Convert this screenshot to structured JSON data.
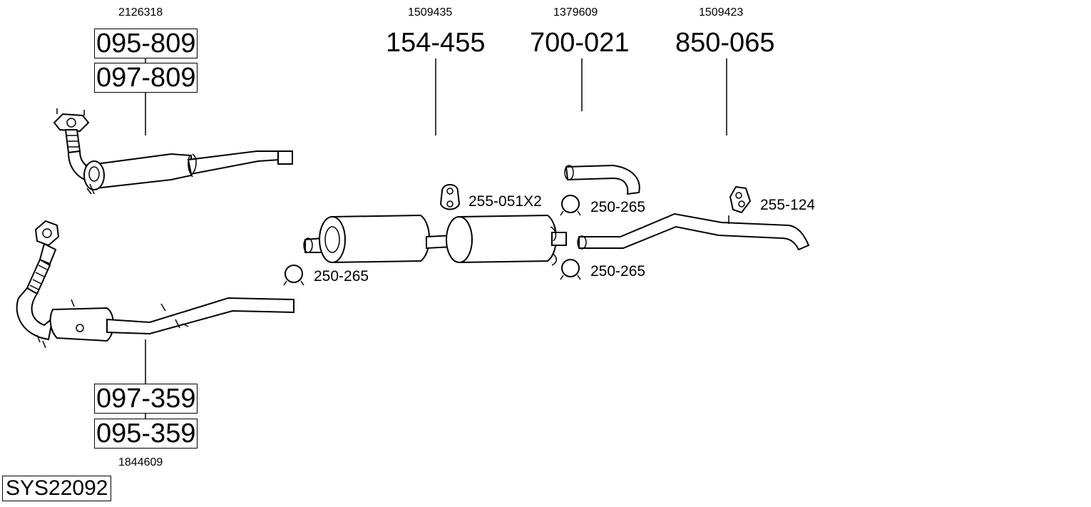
{
  "system": {
    "code": "SYS22092"
  },
  "groups": {
    "front_pipe": {
      "oe_number": "2126318",
      "part_numbers": [
        "095-809",
        "097-809"
      ]
    },
    "catalyst": {
      "oe_number": "1844609",
      "part_numbers": [
        "097-359",
        "095-359"
      ]
    },
    "middle_silencer": {
      "oe_number": "1509435",
      "part_number": "154-455"
    },
    "connector_pipe": {
      "oe_number": "1379609",
      "part_number": "700-021"
    },
    "tail_pipe": {
      "oe_number": "1509423",
      "part_number": "850-065"
    }
  },
  "accessories": {
    "rubber_mount_pair": "255-051X2",
    "clamp_upper": "250-265",
    "clamp_left": "250-265",
    "clamp_lower": "250-265",
    "rubber_mount": "255-124"
  },
  "colors": {
    "line": "#000000",
    "background": "#ffffff"
  }
}
